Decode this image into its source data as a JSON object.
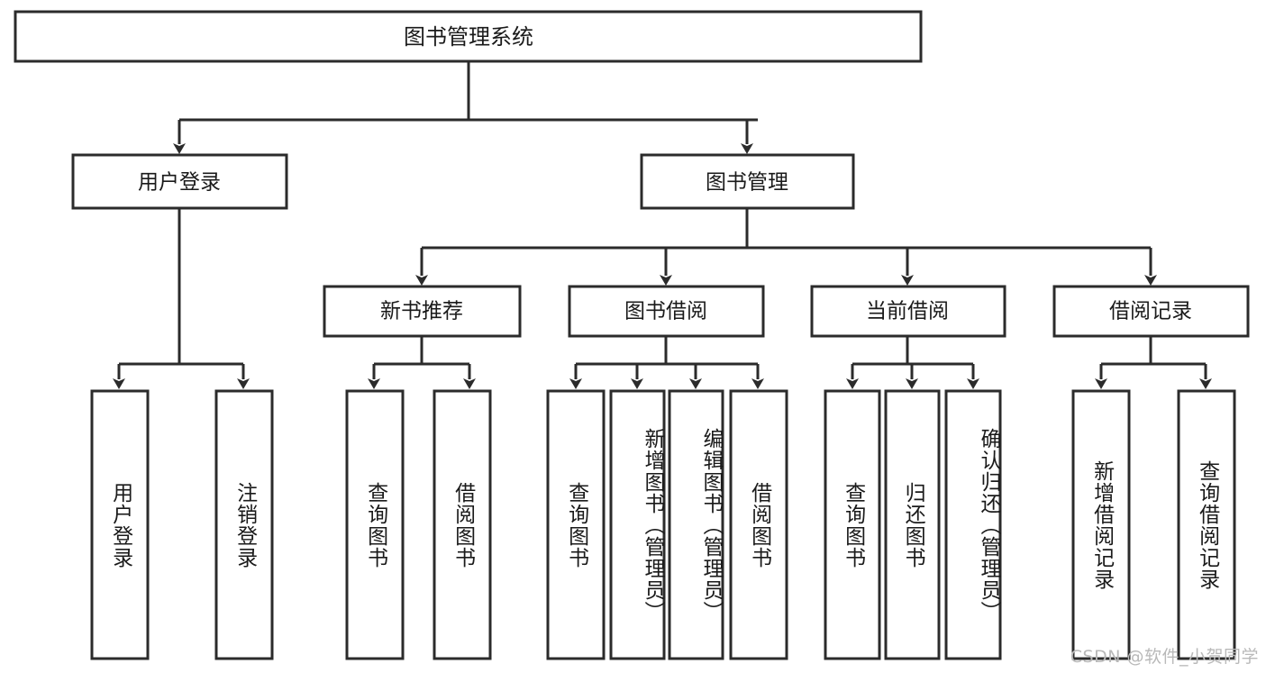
{
  "diagram": {
    "type": "hierarchy-tree",
    "title": "图书管理系统",
    "levels": 4,
    "root": {
      "id": "root",
      "label": "图书管理系统",
      "orientation": "horizontal"
    },
    "level2": [
      {
        "id": "user-login",
        "label": "用户登录",
        "orientation": "horizontal"
      },
      {
        "id": "book-management",
        "label": "图书管理",
        "orientation": "horizontal"
      }
    ],
    "level3": [
      {
        "id": "new-book-recommend",
        "label": "新书推荐",
        "orientation": "horizontal",
        "parent": "book-management"
      },
      {
        "id": "book-borrow",
        "label": "图书借阅",
        "orientation": "horizontal",
        "parent": "book-management"
      },
      {
        "id": "current-borrow",
        "label": "当前借阅",
        "orientation": "horizontal",
        "parent": "book-management"
      },
      {
        "id": "borrow-record",
        "label": "借阅记录",
        "orientation": "horizontal",
        "parent": "book-management"
      }
    ],
    "leaves": {
      "user_login": [
        {
          "id": "leaf-user-login",
          "label": "用户登录",
          "orientation": "vertical"
        },
        {
          "id": "leaf-user-logout",
          "label": "注销登录",
          "orientation": "vertical"
        }
      ],
      "new_book_recommend": [
        {
          "id": "leaf-query-book-1",
          "label": "查询图书",
          "orientation": "vertical"
        },
        {
          "id": "leaf-borrow-book-1",
          "label": "借阅图书",
          "orientation": "vertical"
        }
      ],
      "book_borrow": [
        {
          "id": "leaf-query-book-2",
          "label": "查询图书",
          "orientation": "vertical"
        },
        {
          "id": "leaf-add-book",
          "label": "新增图书（管理员）",
          "orientation": "vertical"
        },
        {
          "id": "leaf-edit-book",
          "label": "编辑图书（管理员）",
          "orientation": "vertical"
        },
        {
          "id": "leaf-borrow-book-2",
          "label": "借阅图书",
          "orientation": "vertical"
        }
      ],
      "current_borrow": [
        {
          "id": "leaf-query-book-3",
          "label": "查询图书",
          "orientation": "vertical"
        },
        {
          "id": "leaf-return-book",
          "label": "归还图书",
          "orientation": "vertical"
        },
        {
          "id": "leaf-confirm-return",
          "label": "确认归还（管理员）",
          "orientation": "vertical"
        }
      ],
      "borrow_record": [
        {
          "id": "leaf-add-record",
          "label": "新增借阅记录",
          "orientation": "vertical"
        },
        {
          "id": "leaf-query-record",
          "label": "查询借阅记录",
          "orientation": "vertical"
        }
      ]
    }
  },
  "watermark": {
    "text": "CSDN @软件_小贺同学"
  },
  "colors": {
    "background": "#ffffff",
    "node_fill": "#ffffff",
    "node_stroke": "#2b2b2b",
    "text": "#1a1a1a",
    "watermark": "#b9b9b9"
  }
}
